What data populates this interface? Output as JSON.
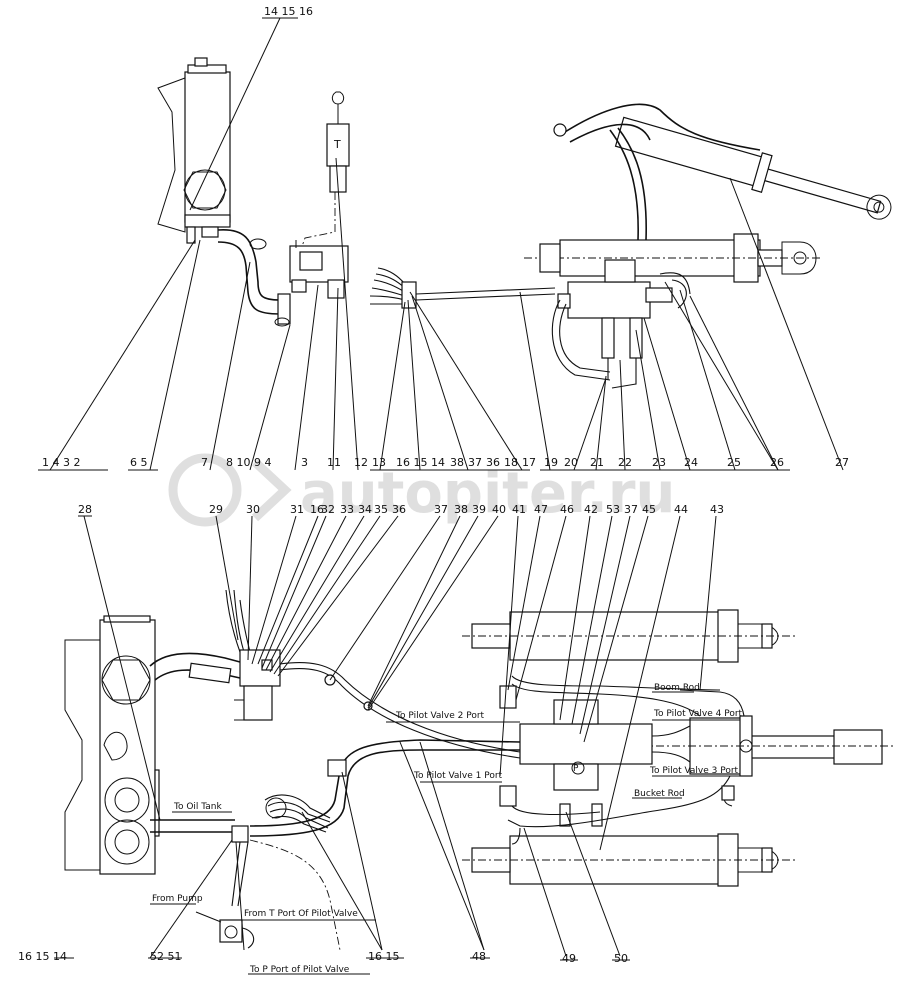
{
  "watermark": "autopiter.ru",
  "callouts": {
    "top": {
      "c141516": "14 15 16",
      "c1432": "1 4 3 2",
      "c65": "6 5",
      "c7": "7",
      "c81094": "8 10 9 4",
      "c3": "3",
      "c11": "11",
      "c12": "12",
      "c13": "13",
      "c161514": "16 15 14",
      "c38": "38",
      "c37": "37",
      "c36": "36",
      "c18": "18",
      "c17": "17",
      "c19": "19",
      "c20": "20",
      "c21": "21",
      "c22": "22",
      "c23": "23",
      "c24": "24",
      "c25": "25",
      "c26": "26",
      "c27": "27"
    },
    "bottom": {
      "c28": "28",
      "c29": "29",
      "c30": "30",
      "c31": "31",
      "c16": "16",
      "c32": "32",
      "c33": "33",
      "c34": "34",
      "c35": "35",
      "c36": "36",
      "c37": "37",
      "c38": "38",
      "c39": "39",
      "c40": "40",
      "c41": "41",
      "c47": "47",
      "c46": "46",
      "c42": "42",
      "c53": "53",
      "c37b": "37",
      "c45": "45",
      "c44": "44",
      "c43": "43",
      "c161514": "16 15 14",
      "c5251": "52 51",
      "c1615": "16 15",
      "c48": "48",
      "c49": "49",
      "c50": "50",
      "cT": "T"
    }
  },
  "annotations": {
    "to_pilot_valve_2": "To Pilot Valve 2 Port",
    "to_pilot_valve_1": "To Pilot Valve 1 Port",
    "to_pilot_valve_4": "To Pilot Valve 4 Port",
    "to_pilot_valve_3": "To Pilot Valve 3 Port",
    "boom_rod": "Boom Rod",
    "bucket_rod": "Bucket Rod",
    "to_oil_tank": "To Oil Tank",
    "from_pump": "From Pump",
    "from_t_port": "From T Port Of Pilot Valve",
    "to_p_port": "To P Port of Pilot Valve"
  }
}
